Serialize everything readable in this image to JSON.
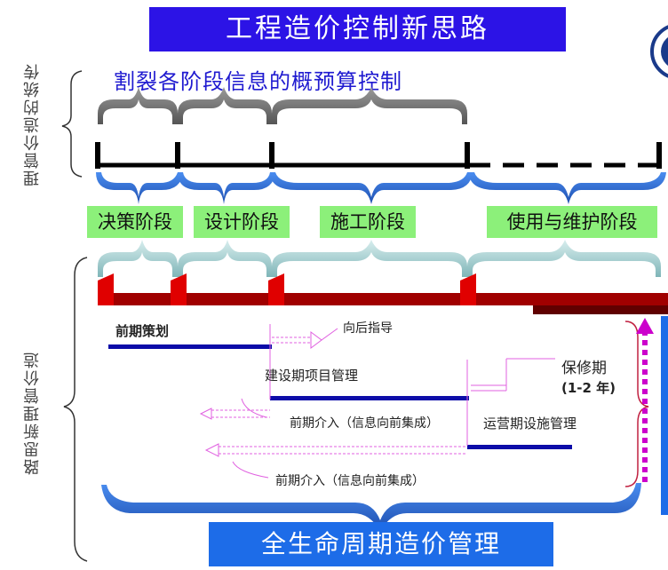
{
  "title": "工程造价控制新思路",
  "subtitle": "割裂各阶段信息的概预算控制",
  "left_labels": {
    "top": "理管价造的统传",
    "bottom": "路思新理管价造"
  },
  "stages": [
    "决策阶段",
    "设计阶段",
    "施工阶段",
    "使用与维护阶段"
  ],
  "annotations": {
    "early_planning": "前期策划",
    "backward_guidance": "向后指导",
    "construction_mgmt": "建设期项目管理",
    "warranty": "保修期",
    "warranty_years": "(1-2  年)",
    "early_intervention_1": "前期介入（信息向前集成）",
    "operation_mgmt": "运营期设施管理",
    "early_intervention_2": "前期介入（信息向前集成）"
  },
  "bottom_title": "全生命周期造价管理",
  "colors": {
    "title_bg": "#2c13e6",
    "subtitle_text": "#1f1ad0",
    "stage_bg": "#8cf07a",
    "brace_grey": "#707070",
    "brace_blue": "#2e6fd4",
    "brace_teal": "#b7dcdc",
    "red_block": "#cc0000",
    "dark_red_bar": "#a00000",
    "timeline_navy": "#0c0ca8",
    "arrow_pink": "#e060e0",
    "arrow_magenta": "#cc00cc",
    "bottom_bg": "#1d6ce8"
  }
}
